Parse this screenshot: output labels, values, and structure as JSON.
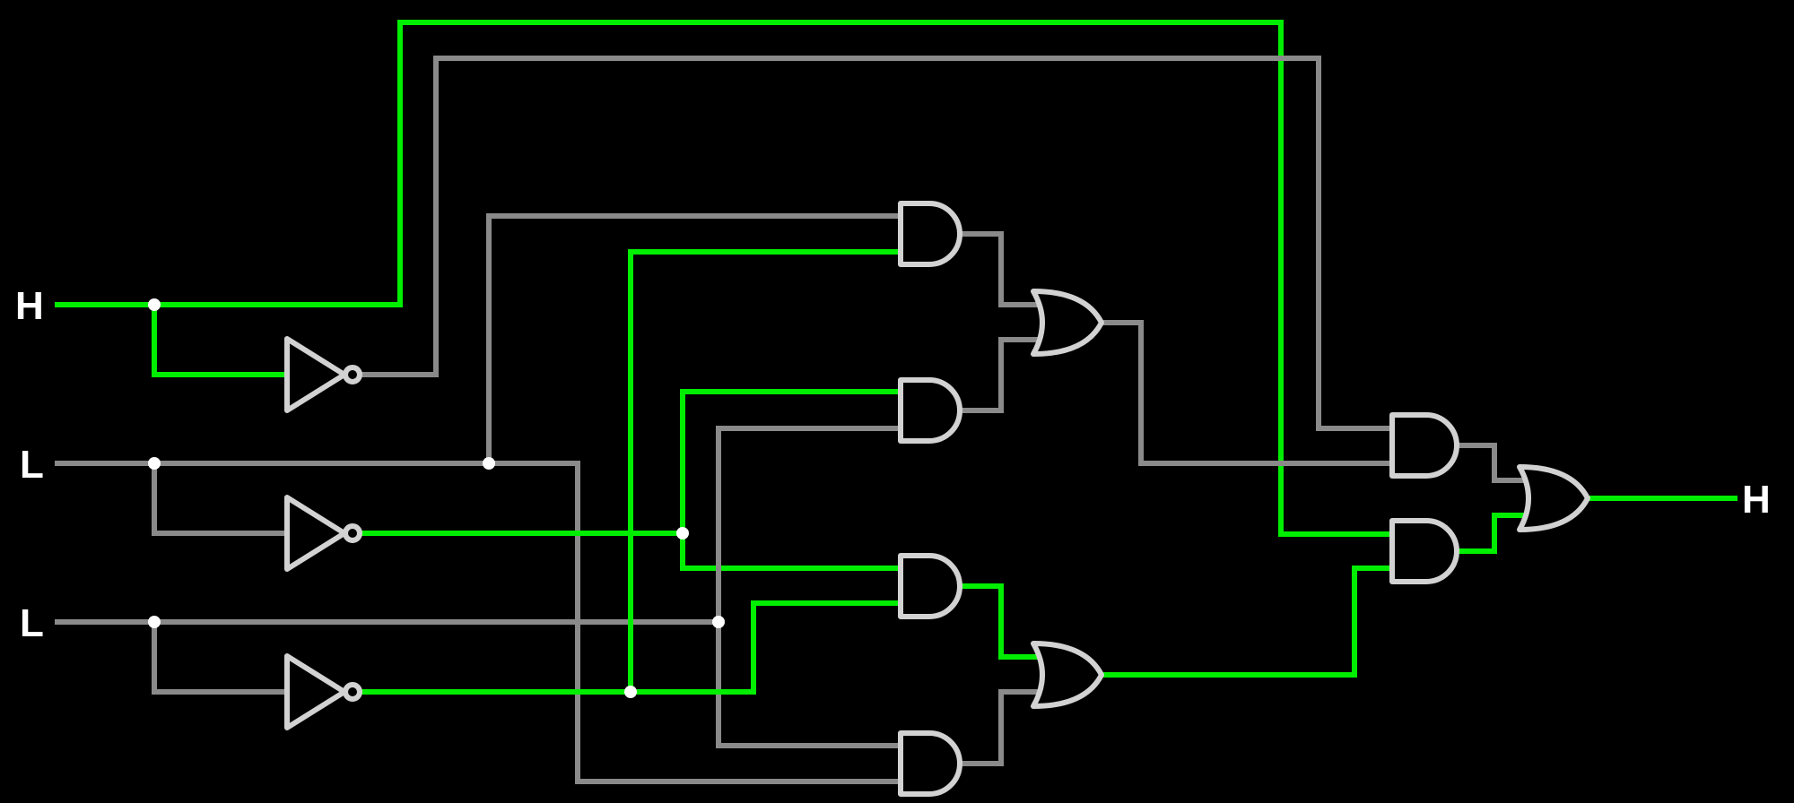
{
  "inputs": [
    {
      "id": "in1",
      "label": "H"
    },
    {
      "id": "in2",
      "label": "L"
    },
    {
      "id": "in3",
      "label": "L"
    }
  ],
  "output": {
    "id": "out",
    "label": "H"
  },
  "colors": {
    "high": "#00ee00",
    "low": "#8a8a8a",
    "gate": "#d2d2d2",
    "junction": "#ffffff",
    "background": "#000000"
  },
  "gates": [
    {
      "id": "not1",
      "type": "NOT"
    },
    {
      "id": "not2",
      "type": "NOT"
    },
    {
      "id": "not3",
      "type": "NOT"
    },
    {
      "id": "and1",
      "type": "AND"
    },
    {
      "id": "and2",
      "type": "AND"
    },
    {
      "id": "and3",
      "type": "AND"
    },
    {
      "id": "and4",
      "type": "AND"
    },
    {
      "id": "or1",
      "type": "OR"
    },
    {
      "id": "or2",
      "type": "OR"
    },
    {
      "id": "and5",
      "type": "AND"
    },
    {
      "id": "and6",
      "type": "AND"
    },
    {
      "id": "or3",
      "type": "OR"
    }
  ],
  "wires": [
    {
      "id": "w-in1",
      "state": "high"
    },
    {
      "id": "w-in1-not",
      "state": "high"
    },
    {
      "id": "w-in1-top",
      "state": "high"
    },
    {
      "id": "w-not1-out",
      "state": "low"
    },
    {
      "id": "w-in2",
      "state": "low"
    },
    {
      "id": "w-in2-not",
      "state": "low"
    },
    {
      "id": "w-in2-and1",
      "state": "low"
    },
    {
      "id": "w-in2-and4",
      "state": "low"
    },
    {
      "id": "w-not2-out",
      "state": "high"
    },
    {
      "id": "w-in3",
      "state": "low"
    },
    {
      "id": "w-in3-not",
      "state": "low"
    },
    {
      "id": "w-not3-out",
      "state": "high"
    },
    {
      "id": "w-not3-and1",
      "state": "high"
    },
    {
      "id": "w-and1-or1",
      "state": "low"
    },
    {
      "id": "w-and2-or1",
      "state": "low"
    },
    {
      "id": "w-and3-or2",
      "state": "high"
    },
    {
      "id": "w-and4-or2",
      "state": "low"
    },
    {
      "id": "w-or1-and5",
      "state": "low"
    },
    {
      "id": "w-or2-and6",
      "state": "high"
    },
    {
      "id": "w-and5-or3",
      "state": "low"
    },
    {
      "id": "w-and6-or3",
      "state": "high"
    },
    {
      "id": "w-out",
      "state": "high"
    }
  ]
}
